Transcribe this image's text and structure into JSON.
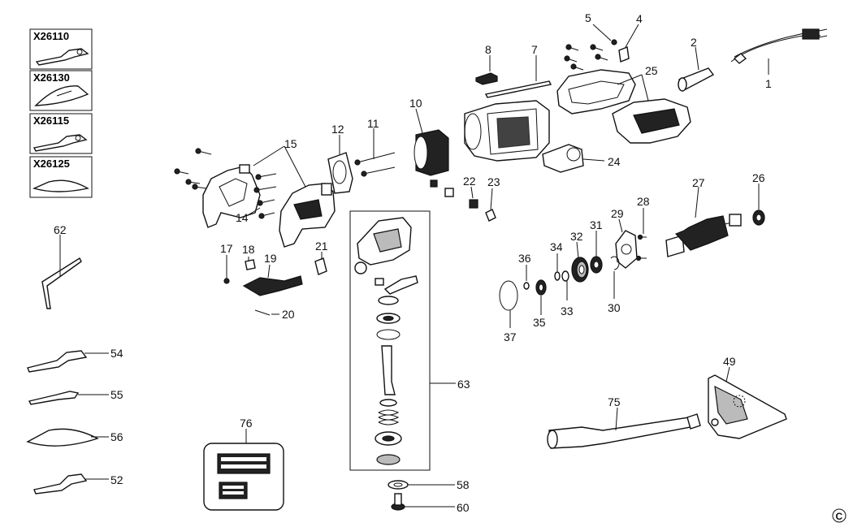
{
  "accessory_boxes": [
    {
      "code": "X26110",
      "icon": "blade-icon"
    },
    {
      "code": "X26130",
      "icon": "sanding-pad-icon"
    },
    {
      "code": "X26115",
      "icon": "blade-icon"
    },
    {
      "code": "X26125",
      "icon": "segment-saw-icon"
    }
  ],
  "part_numbers": [
    "1",
    "2",
    "4",
    "5",
    "7",
    "8",
    "10",
    "11",
    "12",
    "14",
    "15",
    "17",
    "18",
    "19",
    "20",
    "21",
    "22",
    "23",
    "24",
    "25",
    "26",
    "27",
    "28",
    "29",
    "30",
    "31",
    "32",
    "33",
    "34",
    "35",
    "36",
    "37",
    "49",
    "52",
    "54",
    "55",
    "56",
    "58",
    "60",
    "62",
    "63",
    "75",
    "76"
  ],
  "copyright_symbol": "C"
}
